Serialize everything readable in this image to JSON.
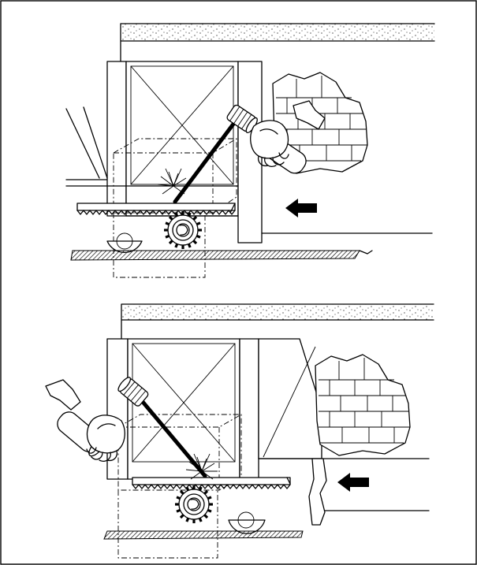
{
  "figure": {
    "panels": [
      {
        "name": "top-panel",
        "arrow_direction": "left",
        "hammer_side": "right"
      },
      {
        "name": "bottom-panel",
        "arrow_direction": "left",
        "hammer_side": "left"
      }
    ],
    "colors": {
      "ink": "#000000",
      "background": "#ffffff"
    },
    "icons": [
      "hammer-icon",
      "arrow-left-icon",
      "gear-icon"
    ]
  }
}
